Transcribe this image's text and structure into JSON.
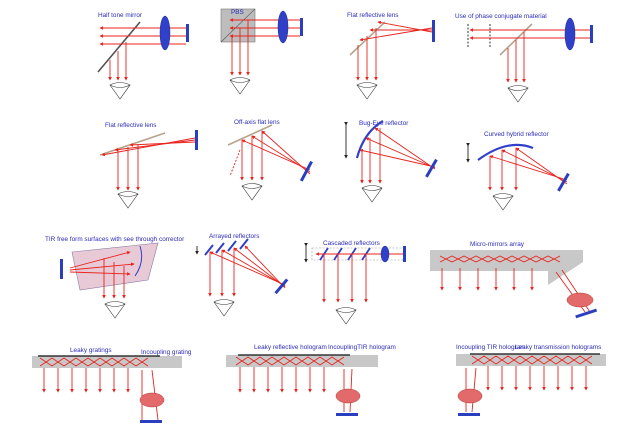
{
  "labels": {
    "half_tone_mirror": "Half tone mirror",
    "pbs": "PBS",
    "flat_reflective_lens_1": "Flat reflective lens",
    "phase_conjugate": "Use of phase conjugate material",
    "flat_reflective_lens_2": "Flat reflective lens",
    "off_axis_flat_lens": "Off-axis flat lens",
    "bug_eye_reflector": "Bug-Eye reflector",
    "curved_hybrid_reflector": "Curved hybrid reflector",
    "tir_free_form": "TIR free form surfaces with see through corrector",
    "arrayed_reflectors": "Arrayed reflectors",
    "cascaded_reflectors": "Cascaded reflectors",
    "micro_mirrors_array": "Micro-mirrors array",
    "leaky_gratings": "Leaky gratings",
    "incoupling_grating": "Incoupling grating",
    "leaky_reflective_hologram": "Leaky reflective hologram",
    "incoupling_tir_hologram": "IncouplingTIR hologram",
    "incoupling_tir_hologram_2": "Incoupling TIR hologram",
    "leaky_transmission_holograms": "Leaky transmission holograms"
  },
  "colors": {
    "ray": "#e8231d",
    "lens": "#3040c8",
    "label": "#2b2bb8",
    "plate": "#c8c8c8",
    "mirror": "#b5a48c"
  }
}
